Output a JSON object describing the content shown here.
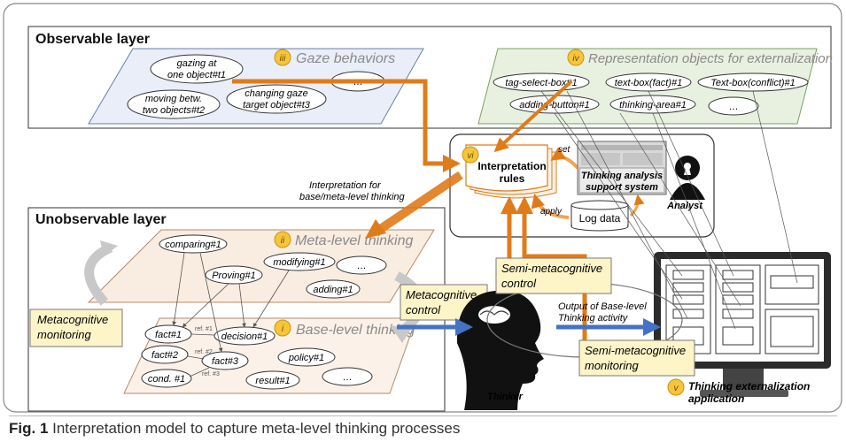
{
  "observable": {
    "title": "Observable layer",
    "gaze": {
      "num": "iii",
      "title": "Gaze behaviors",
      "items": [
        "gazing at",
        "one object#t1",
        "moving betw.",
        "two objects#t2",
        "changing gaze",
        "target object#t3",
        "…"
      ]
    },
    "repr": {
      "num": "iv",
      "title": "Representation objects for externalization",
      "items": [
        "tag-select-box#1",
        "text-box(fact)#1",
        "Text-box(conflict)#1",
        "adding-button#1",
        "thinking-area#1",
        "…"
      ]
    }
  },
  "system": {
    "rules_num": "vi",
    "rules_line1": "Interpretation",
    "rules_line2": "rules",
    "set_label": "set",
    "apply_label": "apply",
    "support_line1": "Thinking analysis",
    "support_line2": "support system",
    "log": "Log data",
    "analyst": "Analyst",
    "interp_line1": "Interpretation for",
    "interp_line2": "base/meta-level thinking"
  },
  "unobservable": {
    "title": "Unobservable layer",
    "meta": {
      "num": "ii",
      "title": "Meta-level thinking",
      "items": [
        "comparing#1",
        "modifying#1",
        "Proving#1",
        "…",
        "adding#1"
      ]
    },
    "base": {
      "num": "i",
      "title": "Base-level thinking",
      "items": [
        "fact#1",
        "decision#1",
        "fact#2",
        "fact#3",
        "policy#1",
        "cond. #1",
        "result#1",
        "…"
      ],
      "refs": [
        "ref. #1",
        "ref. #2",
        "ref. #3"
      ]
    },
    "monitoring_line1": "Metacognitive",
    "monitoring_line2": "monitoring",
    "control_line1": "Metacognitive",
    "control_line2": "control"
  },
  "thinker": {
    "label": "Thinker",
    "semi_control_line1": "Semi-metacognitive",
    "semi_control_line2": "control",
    "semi_monitor_line1": "Semi-metacognitive",
    "semi_monitor_line2": "monitoring",
    "output_line1": "Output of Base-level",
    "output_line2": "Thinking activity"
  },
  "app": {
    "num": "v",
    "line1": "Thinking externalization",
    "line2": "application"
  },
  "caption": {
    "fig": "Fig. 1",
    "text": " Interpretation model to capture meta-level thinking processes"
  },
  "colors": {
    "orange": "#e07b1a",
    "blue": "#4472c4",
    "obs_fill": "#e9eef8",
    "repr_fill": "#e8f1e0",
    "meta_fill": "#f9ece0",
    "base_fill": "#fbf1e8",
    "note_fill": "#fdf4c7"
  }
}
